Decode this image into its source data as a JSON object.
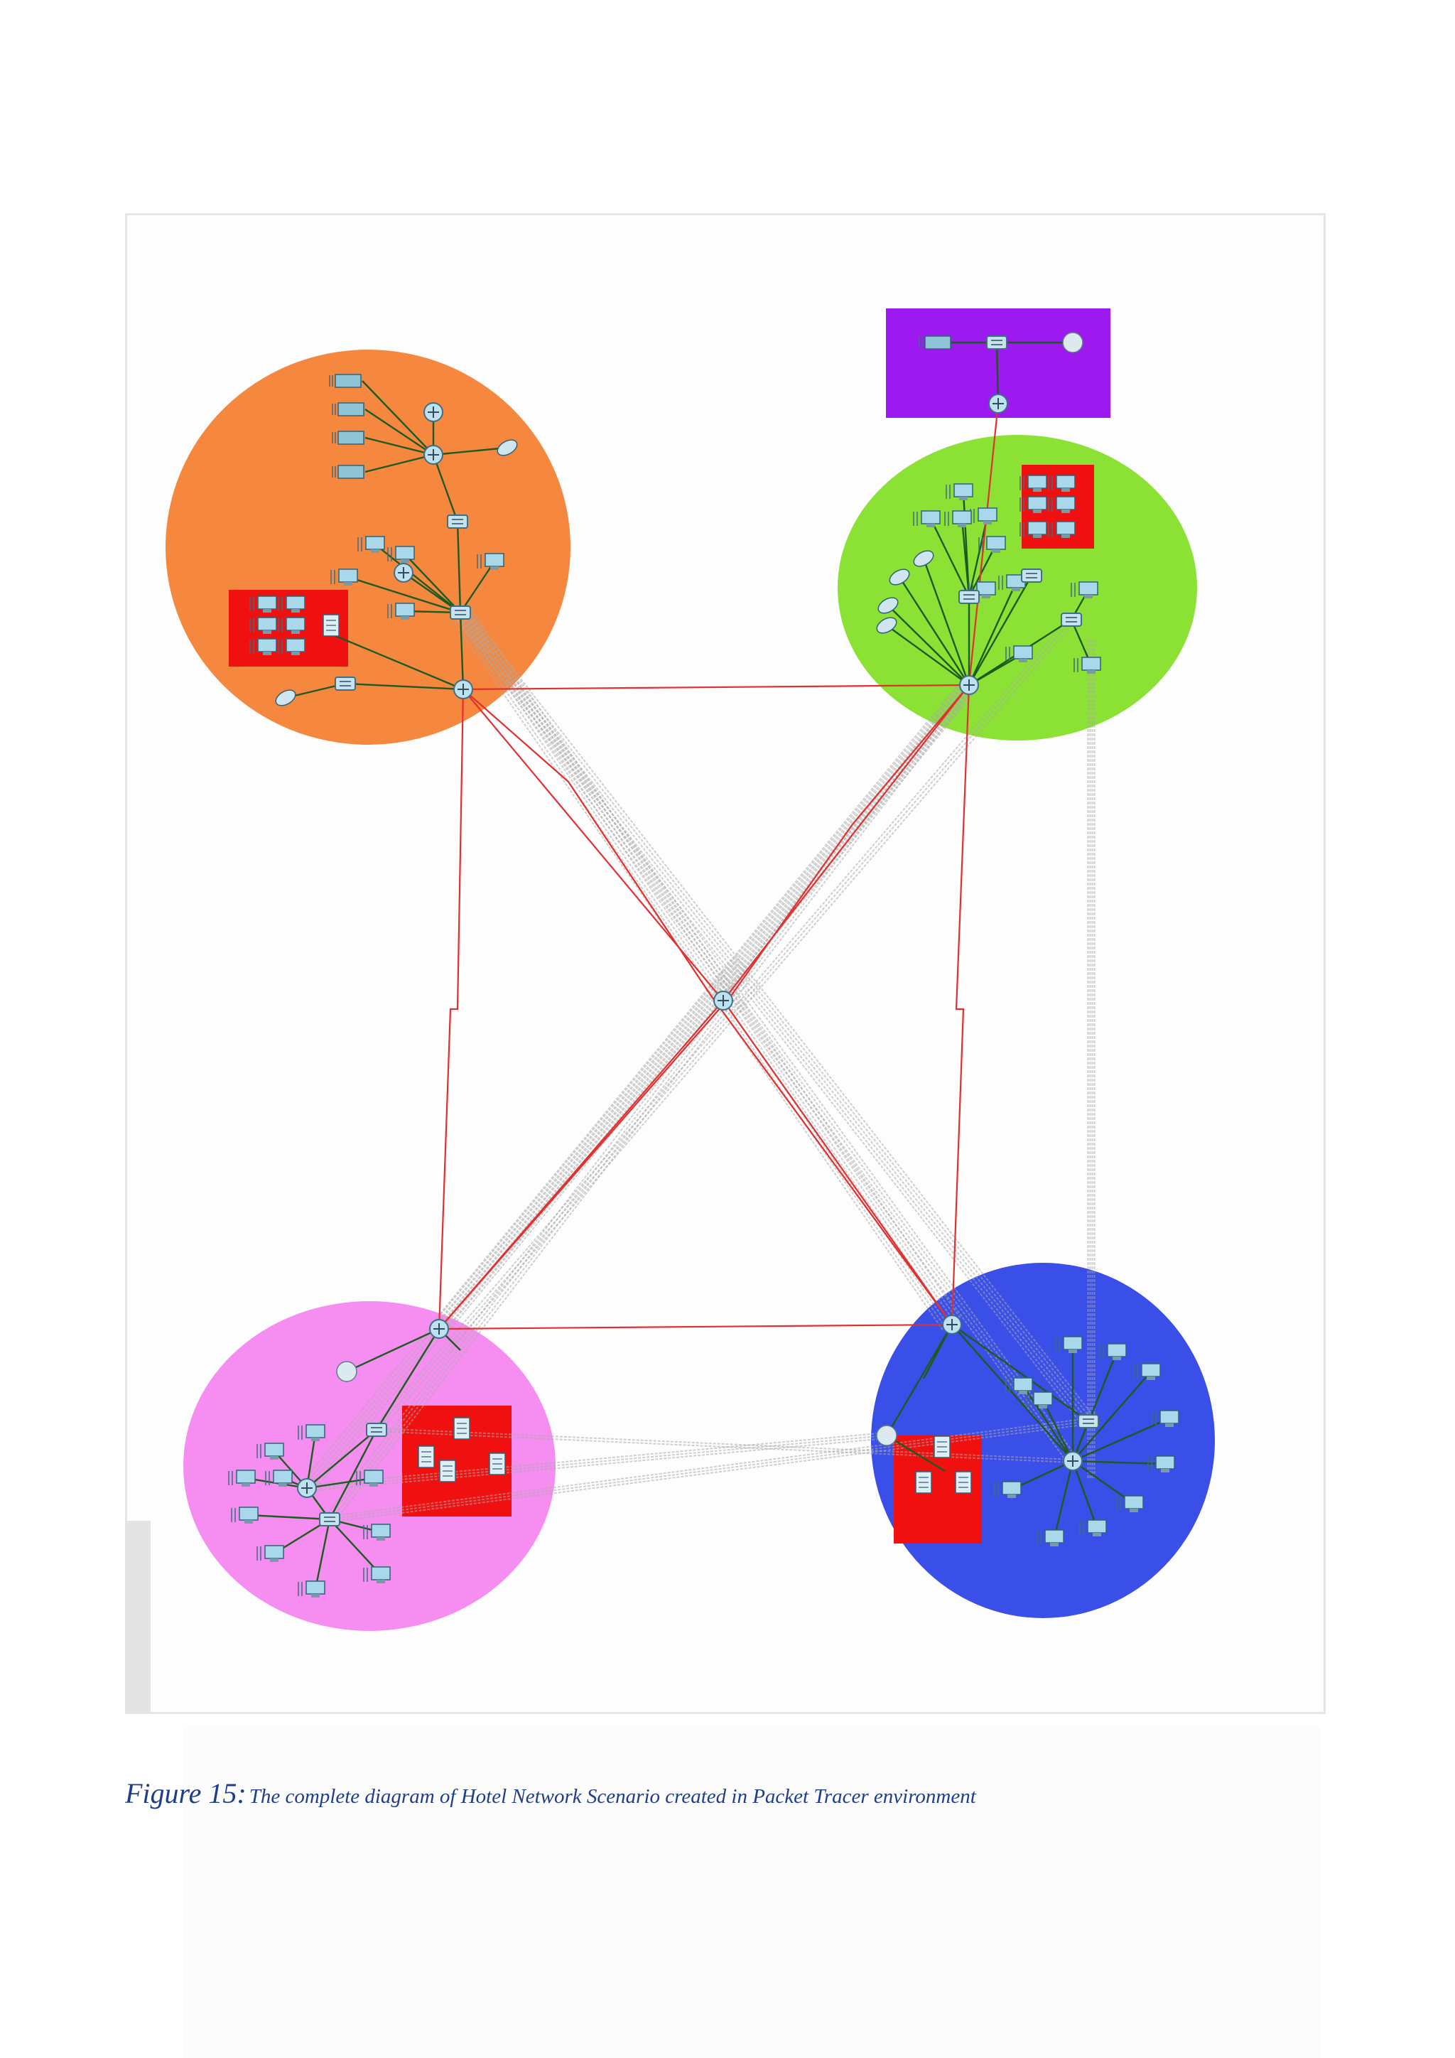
{
  "figure": {
    "caption_label": "Figure 15:",
    "caption_text": "The complete diagram of Hotel  Network Scenario created in Packet Tracer environment"
  },
  "diagram": {
    "zones": [
      {
        "id": "zone-top-left",
        "color": "#f5883e",
        "shape": "circle"
      },
      {
        "id": "zone-top-right",
        "color": "#8be234",
        "shape": "circle"
      },
      {
        "id": "zone-bottom-left",
        "color": "#f58ef0",
        "shape": "circle"
      },
      {
        "id": "zone-bottom-right",
        "color": "#3a4ee8",
        "shape": "circle"
      },
      {
        "id": "zone-internet",
        "color": "#9c1af0",
        "shape": "rectangle"
      }
    ],
    "server_box_color": "#f01010",
    "link_colors": {
      "serial": "#e03030",
      "trunk": "#a9a9a9",
      "access": "#1d5a1d"
    },
    "icons": [
      "router-icon",
      "switch-icon",
      "pc-icon",
      "server-icon",
      "printer-icon",
      "phone-icon",
      "cloud-icon"
    ]
  }
}
